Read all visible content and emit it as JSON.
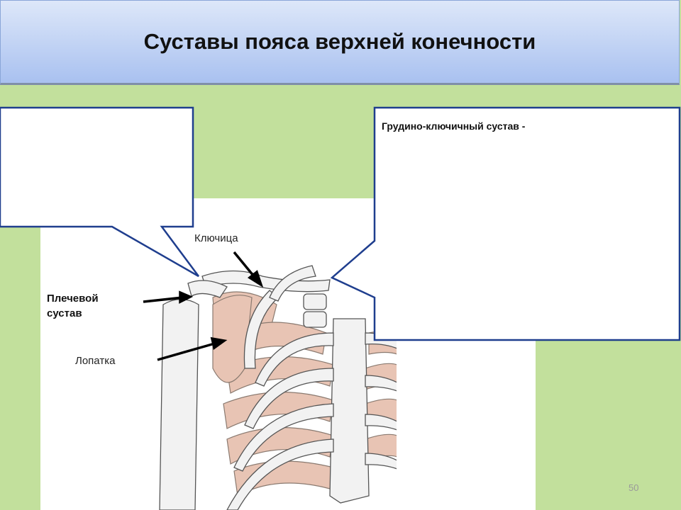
{
  "slide": {
    "title": "Суставы пояса верхней конечности",
    "page_number": "50"
  },
  "labels": {
    "clavicle": "Ключица",
    "shoulder_joint_line1": "Плечевой",
    "shoulder_joint_line2": "сустав",
    "scapula": "Лопатка"
  },
  "callouts": {
    "left": {
      "text": ""
    },
    "right": {
      "text": "Грудино-ключичный сустав -"
    }
  },
  "colors": {
    "background": "#c2e09c",
    "title_bar": "#b6cbf3",
    "callout_border": "#1f3e8e",
    "bone_fill": "#f2f2f2",
    "muscle_fill": "#e8c4b4"
  }
}
